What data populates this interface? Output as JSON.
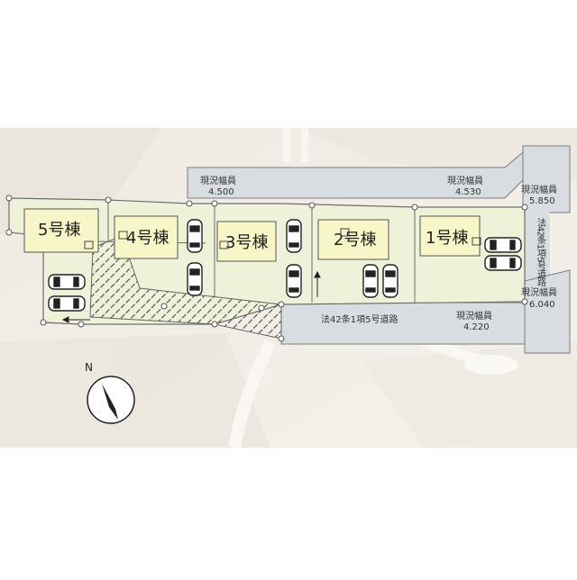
{
  "buildings": [
    {
      "id": "5",
      "label": "5号棟"
    },
    {
      "id": "4",
      "label": "4号棟"
    },
    {
      "id": "3",
      "label": "3号棟"
    },
    {
      "id": "2",
      "label": "2号棟"
    },
    {
      "id": "1",
      "label": "1号棟"
    }
  ],
  "roads": {
    "north_west_width_label": "現況幅員",
    "north_west_width_value": "4.500",
    "north_east_width_label": "現況幅員",
    "north_east_width_value": "4.530",
    "east_upper_width_label": "現況幅員",
    "east_upper_width_value": "5.850",
    "east_lower_width_label": "現況幅員",
    "east_lower_width_value": "6.040",
    "south_width_label": "現況幅員",
    "south_width_value": "4.220",
    "south_road_name": "法42条1項5号道路",
    "east_road_name": "法42条1項5号道路"
  },
  "compass": {
    "north_label": "N"
  },
  "colors": {
    "background_pale": "#f1ede4",
    "lot_fill": "#eef2d8",
    "house_fill": "#f7f6c8",
    "road_fill": "#d8dde3",
    "lot_line": "#6e6e6e"
  }
}
